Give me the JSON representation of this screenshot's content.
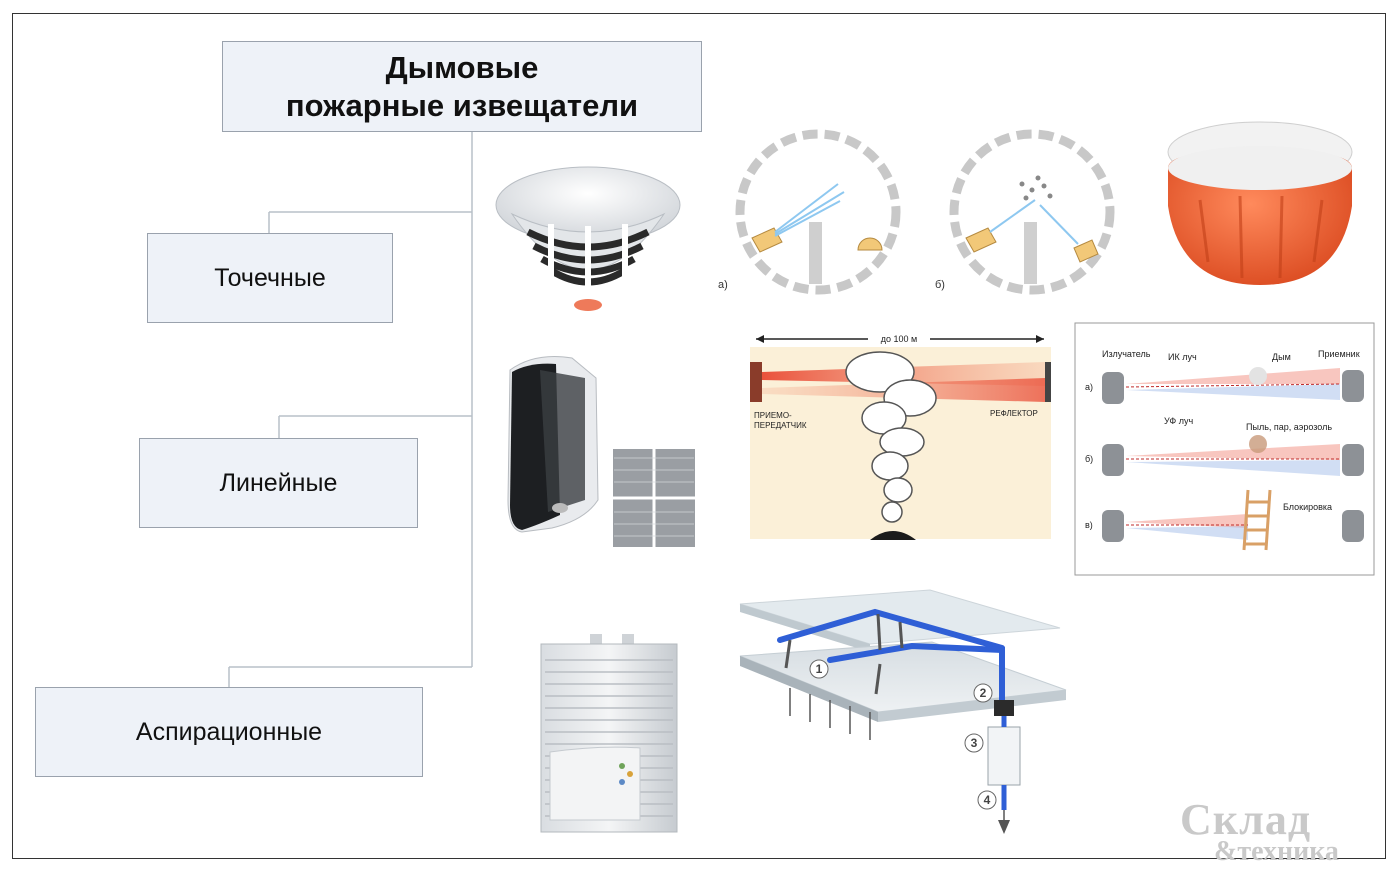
{
  "title": {
    "line1": "Дымовые",
    "line2": "пожарные извещатели"
  },
  "categories": [
    {
      "label": "Точечные"
    },
    {
      "label": "Линейные"
    },
    {
      "label": "Аспирационные"
    }
  ],
  "point_diagrams": {
    "label_a": "а)",
    "label_b": "б)"
  },
  "linear_diagram": {
    "distance": "до 100 м",
    "transceiver_line1": "ПРИЕМО-",
    "transceiver_line2": "ПЕРЕДАТЧИК",
    "reflector": "РЕФЛЕКТОР"
  },
  "beam_diagram": {
    "emitter": "Излучатель",
    "ir_beam": "ИК луч",
    "smoke": "Дым",
    "receiver": "Приемник",
    "uv_beam": "УФ луч",
    "dust": "Пыль, пар, аэрозоль",
    "blocking": "Блокировка",
    "row_a": "а)",
    "row_b": "б)",
    "row_c": "в)"
  },
  "aspiration_steps": [
    "1",
    "2",
    "3",
    "4"
  ],
  "watermark": {
    "line1": "Склад",
    "line2": "&техника"
  },
  "colors": {
    "box_fill": "#eef2f8",
    "box_border": "#9aa2ad",
    "connector": "#b8c0c8",
    "detector_orange": "#f06a3a",
    "pipe_blue": "#2f5fd6",
    "beam_red": "#f08070",
    "beam_blue": "#9ab6e6",
    "smoke_bg": "#fbf0d8"
  }
}
